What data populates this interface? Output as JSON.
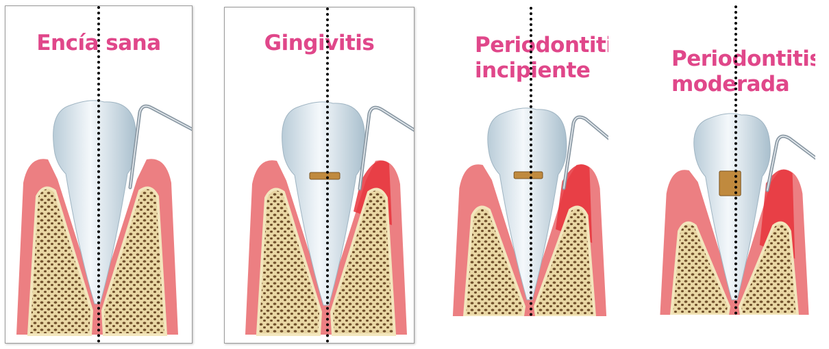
{
  "panels": [
    {
      "title_lines": [
        "Encía sana"
      ],
      "stage": "healthy",
      "gum_inflamed": false,
      "tartar": "none"
    },
    {
      "title_lines": [
        "Gingivitis"
      ],
      "stage": "gingivitis",
      "gum_inflamed": true,
      "tartar": "thin"
    },
    {
      "title_lines": [
        "Periodontitis",
        "incipiente"
      ],
      "stage": "early-periodontitis",
      "gum_inflamed": true,
      "tartar": "thin"
    },
    {
      "title_lines": [
        "Periodontitis",
        "moderada"
      ],
      "stage": "moderate-periodontitis",
      "gum_inflamed": true,
      "tartar": "thick"
    }
  ],
  "colors": {
    "title": "#e0478a",
    "gum": "#ec7f82",
    "gum_inflamed": "#e8343c",
    "bone": "#e9d7a4",
    "bone_pores": "#6f4e2a",
    "tooth": "#dce8f0",
    "tartar": "#c08a3e",
    "probe": "#8c9aa5"
  }
}
